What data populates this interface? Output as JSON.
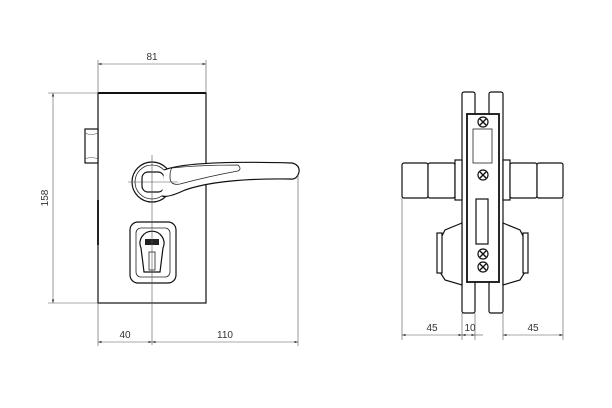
{
  "front_view": {
    "width_dim": "81",
    "height_dim": "158",
    "center_offset_dim": "40",
    "handle_length_dim": "110"
  },
  "side_view": {
    "left_knob_dim": "45",
    "glass_gap_dim": "10",
    "right_knob_dim": "45"
  },
  "colors": {
    "line": "#111111",
    "dimension": "#555555"
  }
}
